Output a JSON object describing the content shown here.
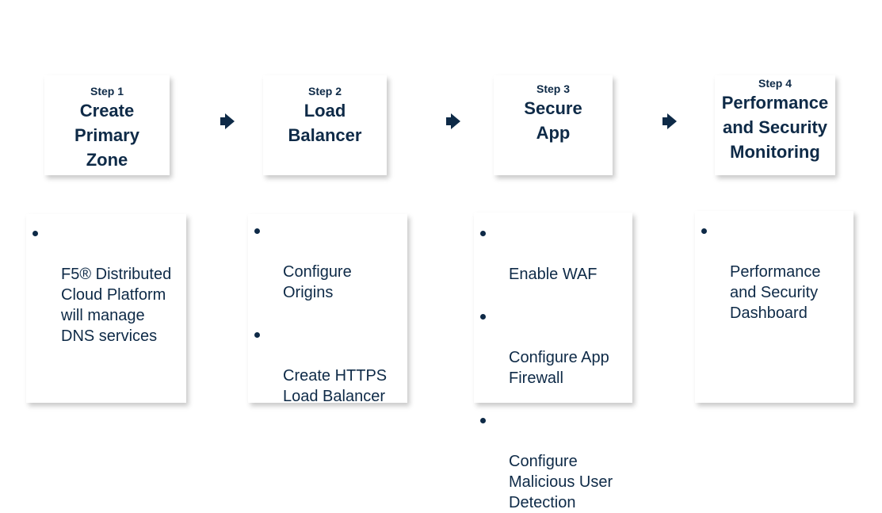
{
  "steps": [
    {
      "label": "Step 1",
      "title": "Create\nPrimary\nZone",
      "details": [
        "F5® Distributed\nCloud Platform\nwill manage\nDNS services"
      ]
    },
    {
      "label": "Step 2",
      "title": "Load\nBalancer",
      "details": [
        "Configure\nOrigins",
        "Create HTTPS\nLoad Balancer"
      ]
    },
    {
      "label": "Step 3",
      "title": "Secure\nApp",
      "details": [
        "Enable WAF",
        "Configure App\nFirewall",
        "Configure\nMalicious User\nDetection"
      ]
    },
    {
      "label": "Step 4",
      "title": "Performance\nand Security\nMonitoring",
      "details": [
        "Performance\nand Security\nDashboard"
      ]
    }
  ],
  "colors": {
    "text": "#0e2a47",
    "card_background": "#ffffff"
  }
}
